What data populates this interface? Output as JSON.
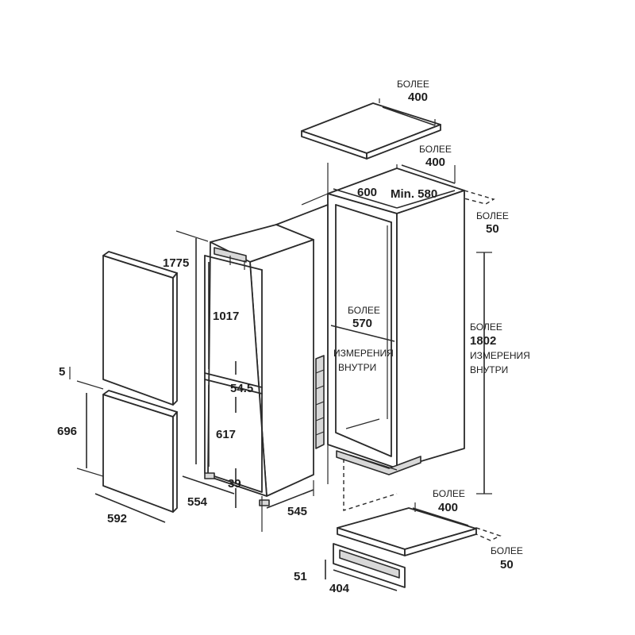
{
  "panel": {
    "more_label": "БОЛЕЕ",
    "inside_label_1": "ИЗМЕРЕНИЯ",
    "inside_label_2": "ВНУТРИ"
  },
  "dimensions": {
    "top_panel_depth": "400",
    "niche_top_depth": "400",
    "niche_width": "600",
    "niche_min_depth": "Min. 580",
    "vent_gap_top": "50",
    "niche_inner_depth": "570",
    "niche_inner_height": "1802",
    "fridge_height": "1775",
    "fridge_compartment": "1017",
    "gap_between_doors": "54.5",
    "freezer_compartment": "617",
    "bottom_gap": "39",
    "fridge_width": "554",
    "fridge_depth": "545",
    "door_gap_left": "5",
    "freezer_door_height": "696",
    "door_width": "592",
    "bottom_panel_depth": "400",
    "vent_gap_bottom": "50",
    "plinth_height": "51",
    "plinth_width": "404"
  }
}
